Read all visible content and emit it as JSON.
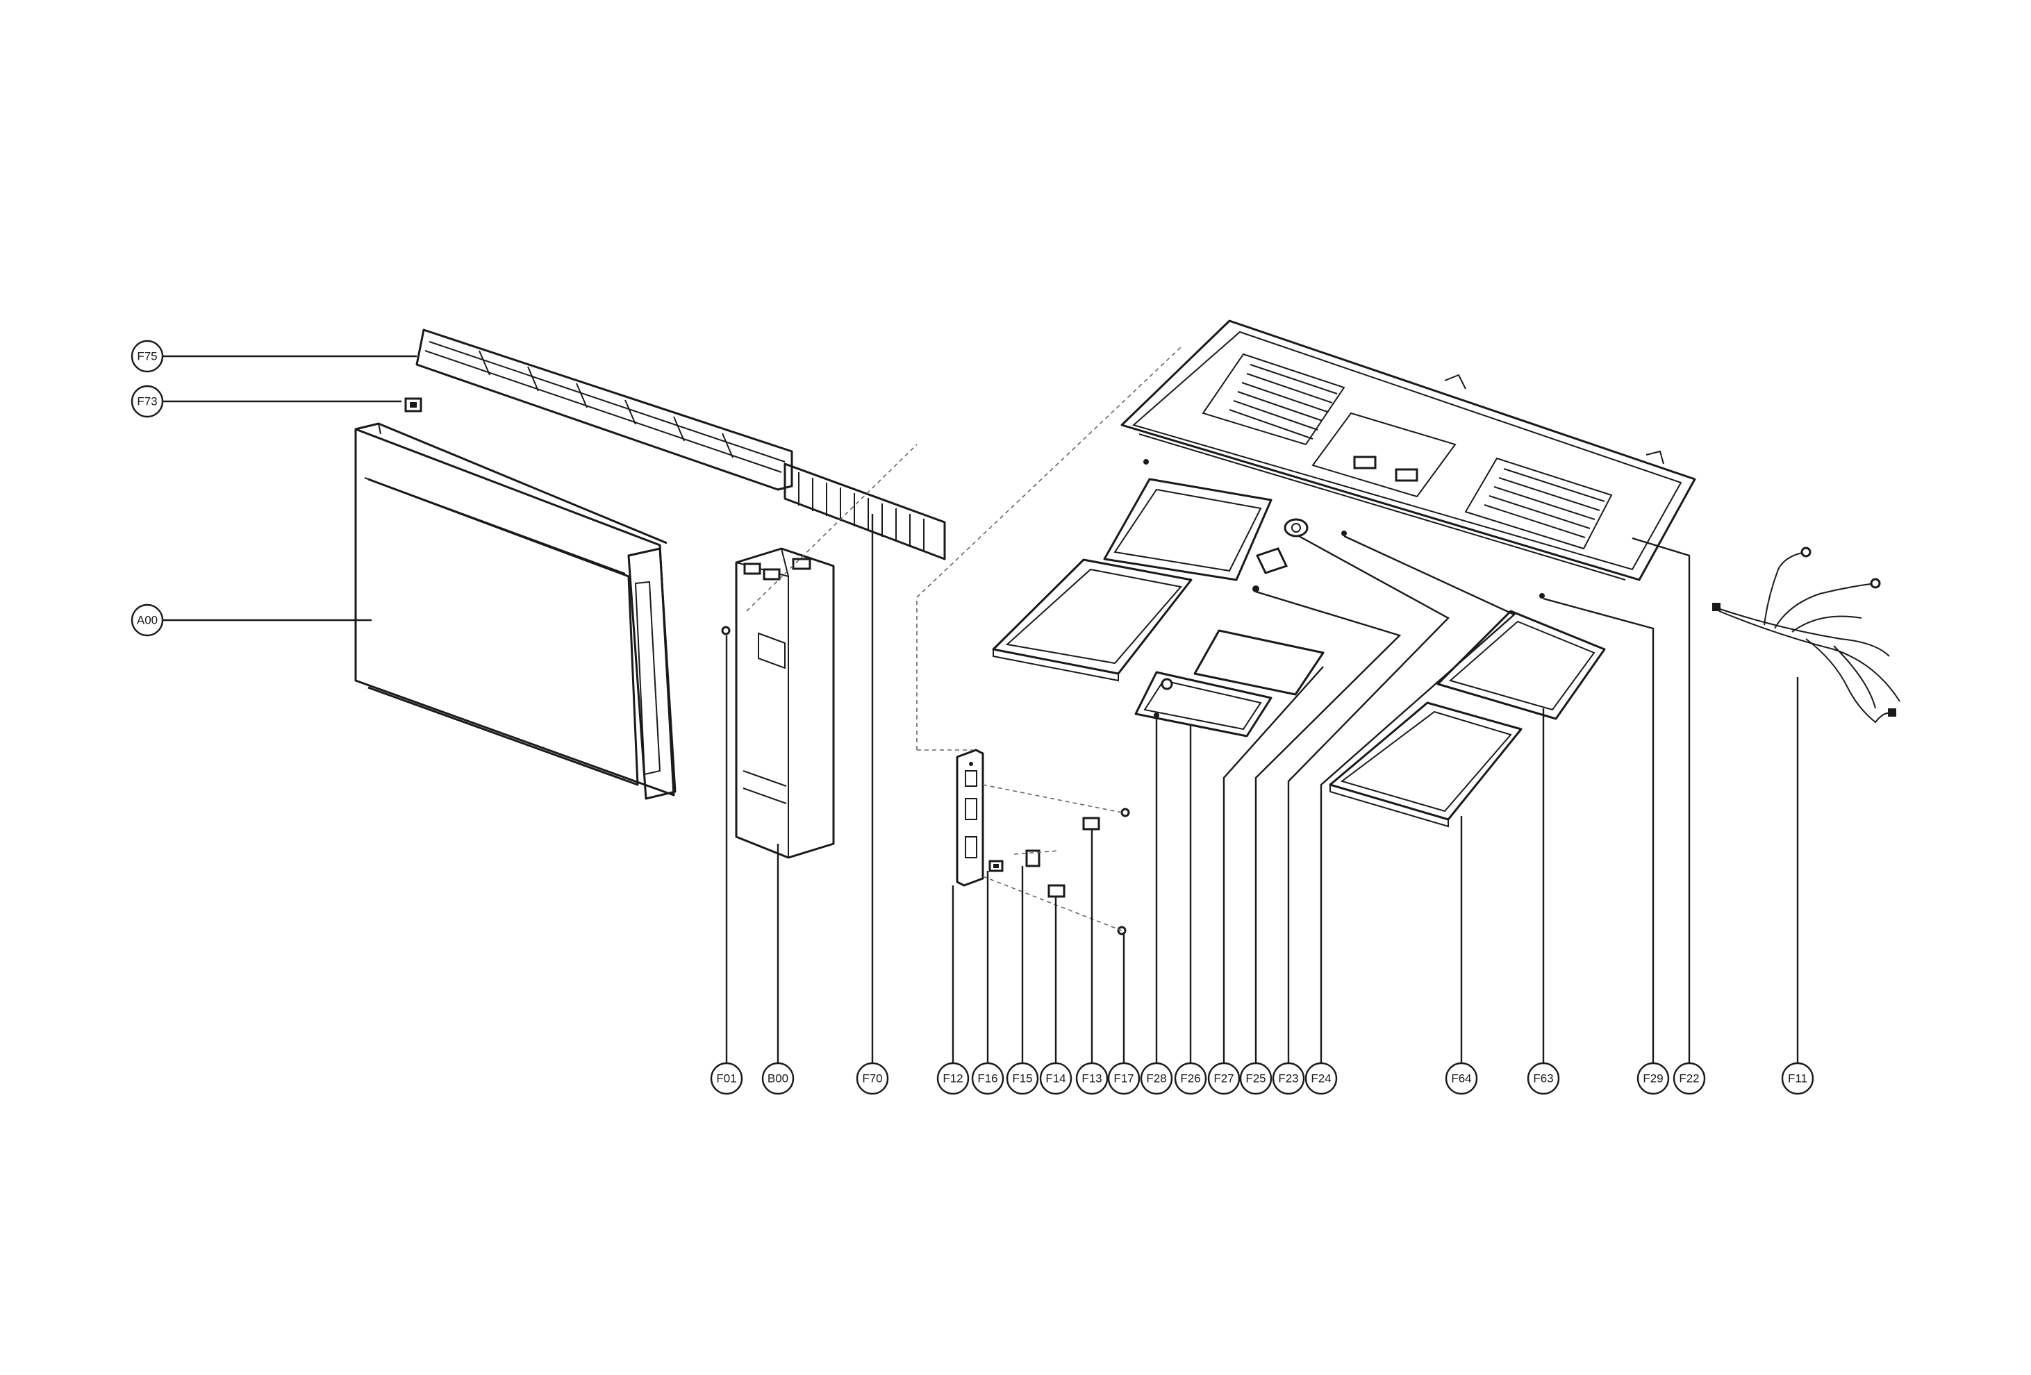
{
  "callouts": {
    "F75": "F75",
    "F73": "F73",
    "A00": "A00",
    "F01": "F01",
    "B00": "B00",
    "F70": "F70",
    "F12": "F12",
    "F16": "F16",
    "F15": "F15",
    "F14": "F14",
    "F13": "F13",
    "F17": "F17",
    "F28": "F28",
    "F26": "F26",
    "F27": "F27",
    "F25": "F25",
    "F23": "F23",
    "F24": "F24",
    "F64": "F64",
    "F63": "F63",
    "F29": "F29",
    "F22": "F22",
    "F11": "F11"
  }
}
